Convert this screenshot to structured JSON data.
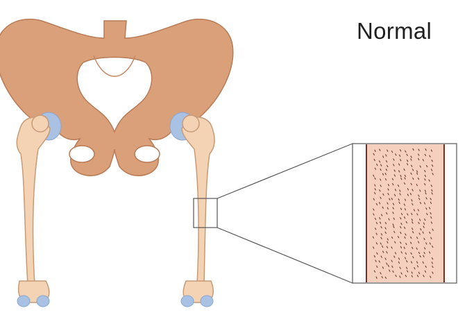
{
  "label": "Normal",
  "colors": {
    "pelvis": "#d9a07a",
    "pelvis_dark": "#b97a55",
    "femur": "#f3d3b4",
    "femur_dark": "#c79a76",
    "cartilage": "#a9c2e4",
    "marrow": "#f6d0bf",
    "cortex": "#7a2e1f",
    "zoom_line": "#555555"
  },
  "icons": {
    "pelvis": "pelvis-illustration",
    "femur_left": "femur-left-illustration",
    "femur_right": "femur-right-illustration",
    "zoom": "magnified-bone-cross-section"
  }
}
